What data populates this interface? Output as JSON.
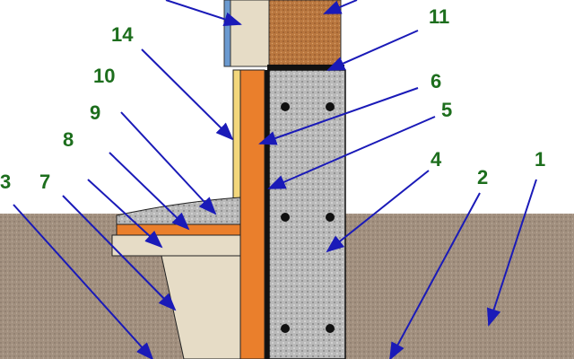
{
  "colors": {
    "ground": "#a2907f",
    "concrete": "#b9b9b9",
    "insulation": "#ea7f2c",
    "brick": "#b9773f",
    "beige": "#e6dcc6",
    "blue": "#6b9ad0",
    "yellow": "#f3d77c",
    "arrow": "#1a1ab8",
    "label": "#1d6e1d"
  },
  "labels": [
    {
      "id": "14",
      "text": "14"
    },
    {
      "id": "10",
      "text": "10"
    },
    {
      "id": "9",
      "text": "9"
    },
    {
      "id": "8",
      "text": "8"
    },
    {
      "id": "7",
      "text": "7"
    },
    {
      "id": "3",
      "text": "3"
    },
    {
      "id": "11",
      "text": "11"
    },
    {
      "id": "6",
      "text": "6"
    },
    {
      "id": "5",
      "text": "5"
    },
    {
      "id": "4",
      "text": "4"
    },
    {
      "id": "2",
      "text": "2"
    },
    {
      "id": "1",
      "text": "1"
    }
  ]
}
